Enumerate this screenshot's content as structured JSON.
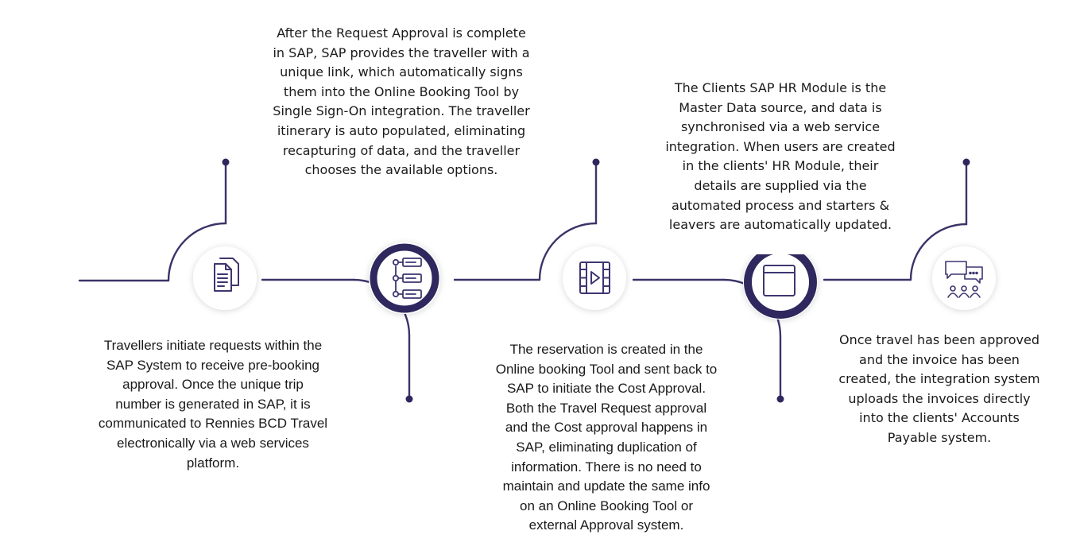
{
  "colors": {
    "line": "#3b3368",
    "accent": "#2e285e",
    "circle_fill": "#ffffff",
    "icon_stroke": "#3d3670"
  },
  "steps": [
    {
      "icon": "documents-icon",
      "text": "Travellers initiate requests within the\nSAP System to receive pre-booking\napproval. Once the unique trip\nnumber is generated in SAP, it is\ncommunicated to Rennies BCD Travel\nelectronically via a web services\nplatform."
    },
    {
      "icon": "flowchart-list-icon",
      "text": "After the Request Approval is complete\nin SAP, SAP provides the traveller with a\nunique link, which automatically signs\nthem into the Online Booking Tool by\nSingle Sign-On integration. The traveller\nitinerary is auto populated, eliminating\nrecapturing of data, and the traveller\nchooses the available options."
    },
    {
      "icon": "video-play-icon",
      "text": "The reservation is created in the\nOnline booking Tool and sent back to\nSAP to initiate the Cost Approval.\nBoth the Travel Request approval\nand the Cost approval happens in\nSAP, eliminating duplication of\ninformation. There is no need to\nmaintain and update the same info\non an Online Booking Tool  or\nexternal Approval system."
    },
    {
      "icon": "browser-window-icon",
      "text": "The Clients SAP HR Module is the\nMaster Data source, and data is\nsynchronised via a web service\nintegration. When users are created\nin the clients' HR Module, their\ndetails are supplied via the\nautomated process and starters &\nleavers are automatically updated."
    },
    {
      "icon": "chat-people-icon",
      "text": "Once travel has been approved\nand the invoice has been\ncreated, the integration system\nuploads the invoices directly\ninto the clients' Accounts\nPayable system."
    }
  ]
}
